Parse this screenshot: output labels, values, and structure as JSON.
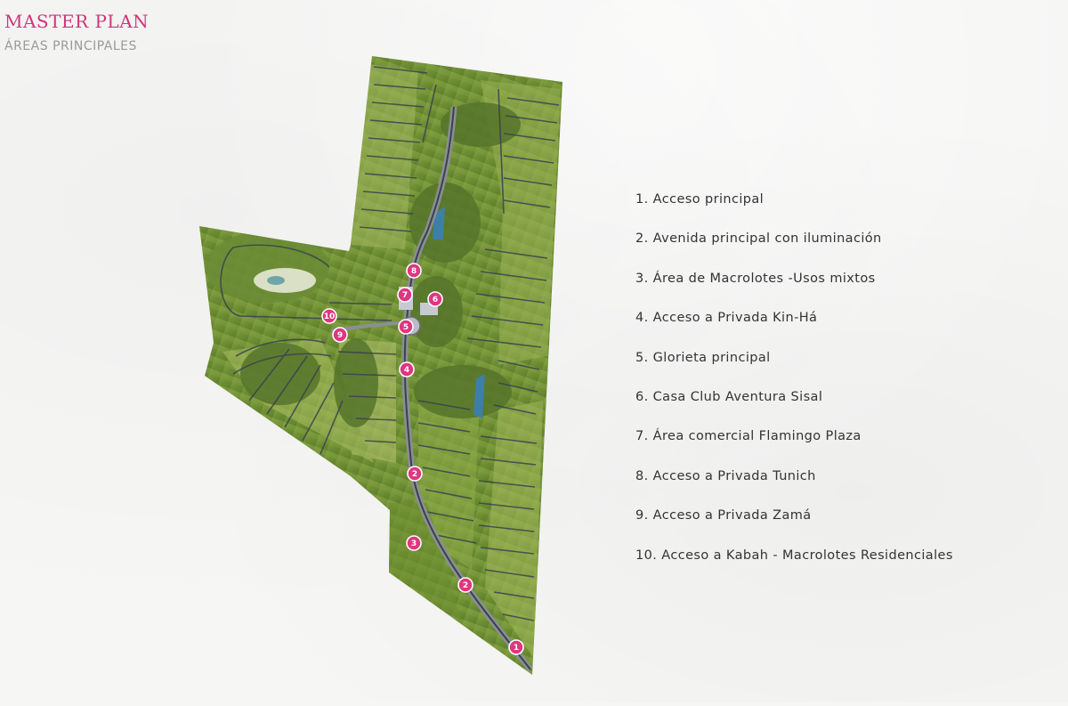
{
  "header": {
    "title": "MASTER PLAN",
    "subtitle": "ÁREAS PRINCIPALES"
  },
  "colors": {
    "accent": "#d1357c",
    "marker": "#e0357f",
    "terrain": "#7f9b3c",
    "road": "#3b4150"
  },
  "markers": [
    "1",
    "2",
    "2",
    "3",
    "4",
    "5",
    "6",
    "7",
    "8",
    "9",
    "10"
  ],
  "legend": [
    "1. Acceso principal",
    "2. Avenida principal con iluminación",
    "3. Área de  Macrolotes -Usos mixtos",
    "4. Acceso a Privada Kin-Há",
    "5. Glorieta principal",
    "6. Casa Club Aventura Sisal",
    "7. Área comercial Flamingo Plaza",
    "8. Acceso a Privada Tunich",
    "9. Acceso a Privada Zamá",
    "10. Acceso a Kabah - Macrolotes Residenciales"
  ]
}
